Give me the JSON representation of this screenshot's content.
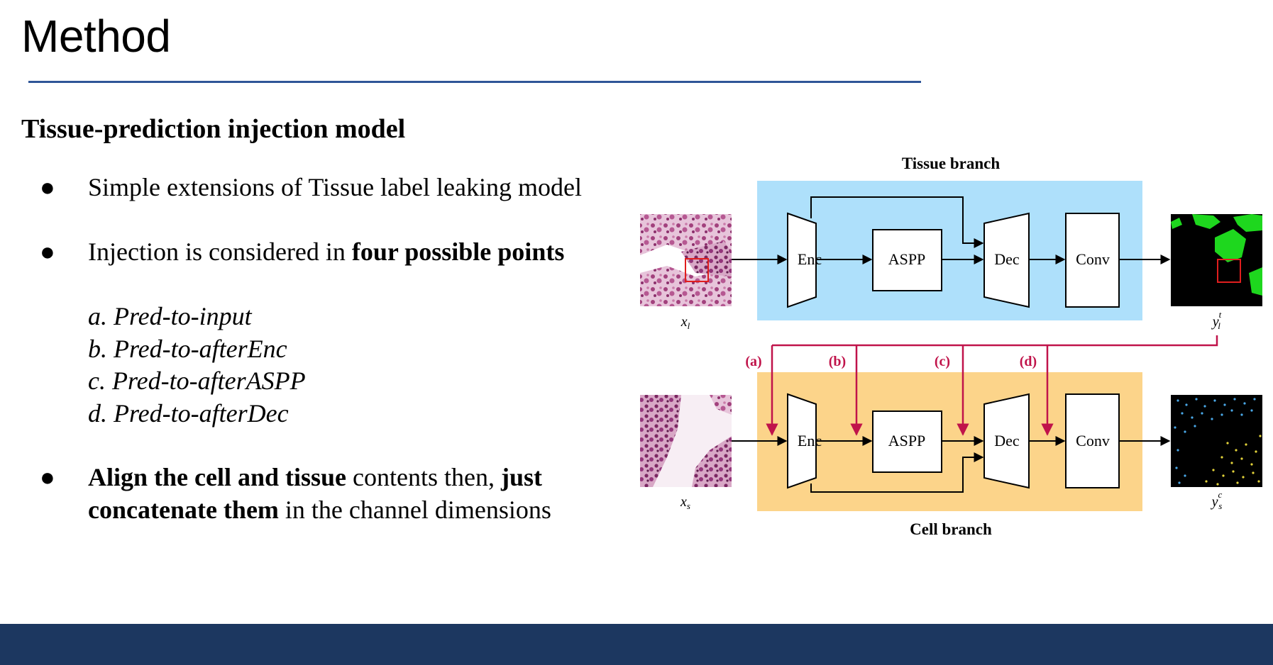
{
  "slide": {
    "title": "Method",
    "subheading": "Tissue-prediction injection model",
    "bullets": [
      {
        "marker": "●",
        "text": "Simple extensions of Tissue label leaking model"
      },
      {
        "marker": "●",
        "prefix": "Injection is considered in ",
        "bold": "four possible points"
      },
      {
        "marker": "●",
        "bold1": "Align the cell and tissue",
        "mid": " contents then, ",
        "bold2a": "just",
        "bold2b": "concatenate them",
        "tail": " in the channel dimensions"
      }
    ],
    "sub_items": [
      "a. Pred-to-input",
      "b. Pred-to-afterEnc",
      "c. Pred-to-afterASPP",
      "d. Pred-to-afterDec"
    ]
  },
  "diagram": {
    "tissue_branch_label": "Tissue branch",
    "cell_branch_label": "Cell branch",
    "blocks": {
      "enc": "Enc",
      "aspp": "ASPP",
      "dec": "Dec",
      "conv": "Conv"
    },
    "injection_labels": [
      "(a)",
      "(b)",
      "(c)",
      "(d)"
    ],
    "inputs": {
      "tissue_input": "x",
      "tissue_input_sub": "l",
      "cell_input": "x",
      "cell_input_sub": "s"
    },
    "outputs": {
      "tissue_output": "y",
      "tissue_output_sub": "l",
      "tissue_output_sup": "t",
      "cell_output": "y",
      "cell_output_sub": "s",
      "cell_output_sup": "c"
    },
    "colors": {
      "tissue_panel": "#aee0fb",
      "cell_panel": "#fcd48a",
      "injection_arrow": "#c0134a",
      "mask_green": "#1ed71e",
      "highlight_box": "#e01e1e",
      "footer": "#1c3760",
      "title_rule": "#2f5597"
    }
  }
}
